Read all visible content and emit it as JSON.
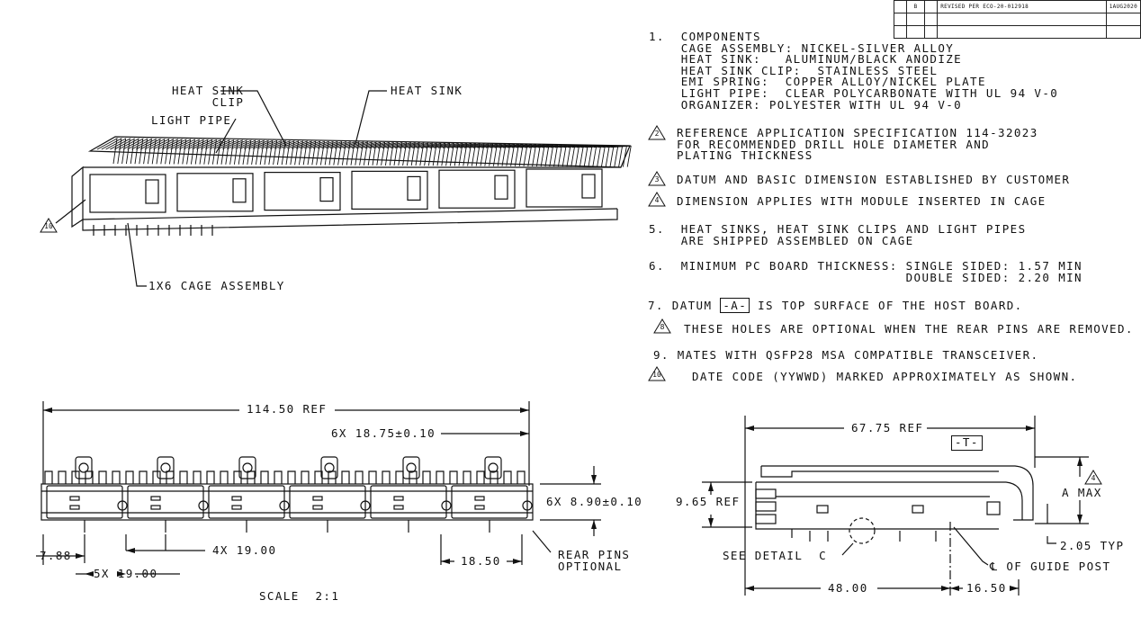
{
  "revision_block": {
    "rev": "B",
    "description": "REVISED PER ECO-20-012918",
    "date": "1AUG2020"
  },
  "labels_top": {
    "heat_sink_clip": "HEAT SINK\n     CLIP",
    "heat_sink": "HEAT SINK",
    "light_pipe": "LIGHT PIPE",
    "cage_assembly": "1X6 CAGE ASSEMBLY",
    "note10_marker": "10"
  },
  "notes": {
    "n1": "1.  COMPONENTS\n    CAGE ASSEMBLY: NICKEL-SILVER ALLOY\n    HEAT SINK:   ALUMINUM/BLACK ANODIZE\n    HEAT SINK CLIP:  STAINLESS STEEL\n    EMI SPRING:  COPPER ALLOY/NICKEL PLATE\n    LIGHT PIPE:  CLEAR POLYCARBONATE WITH UL 94 V-0\n    ORGANIZER: POLYESTER WITH UL 94 V-0",
    "n2_marker": "2",
    "n2": "REFERENCE APPLICATION SPECIFICATION 114-32023\nFOR RECOMMENDED DRILL HOLE DIAMETER AND\nPLATING THICKNESS",
    "n3_marker": "3",
    "n3": "DATUM AND BASIC DIMENSION ESTABLISHED BY CUSTOMER",
    "n4_marker": "4",
    "n4": "DIMENSION APPLIES WITH MODULE INSERTED IN CAGE",
    "n5": "5.  HEAT SINKS, HEAT SINK CLIPS AND LIGHT PIPES\n    ARE SHIPPED ASSEMBLED ON CAGE",
    "n6": "6.  MINIMUM PC BOARD THICKNESS: SINGLE SIDED: 1.57 MIN\n                                DOUBLE SIDED: 2.20 MIN",
    "n7_prefix": "7. DATUM",
    "n7_datum": "-A-",
    "n7_suffix": "IS TOP SURFACE OF THE HOST BOARD.",
    "n8_marker": "8",
    "n8": "THESE HOLES ARE OPTIONAL WHEN THE REAR PINS ARE REMOVED.",
    "n9": "9. MATES WITH QSFP28 MSA COMPATIBLE TRANSCEIVER.",
    "n10_marker": "10",
    "n10": "DATE CODE (YYWWD) MARKED APPROXIMATELY AS SHOWN."
  },
  "front_view": {
    "overall": "114.50 REF",
    "pitch": "6X 18.75±0.10",
    "height": "6X 8.90±0.10",
    "left_offset": "7.88",
    "pin_pitch_a": "4X 19.00",
    "pin_pitch_b": "5X 19.00",
    "rear_spacing": "18.50",
    "rear_pins": "REAR PINS\nOPTIONAL",
    "scale": "SCALE  2:1"
  },
  "side_view": {
    "overall": "67.75 REF",
    "datum_t": "-T-",
    "a_marker": "4",
    "a_max": "A MAX",
    "height_ref": "9.65 REF",
    "typ": "2.05 TYP",
    "see_detail": "SEE DETAIL  C",
    "guide_post": "℄ OF GUIDE POST",
    "base": "48.00",
    "post_offset": "16.50"
  }
}
